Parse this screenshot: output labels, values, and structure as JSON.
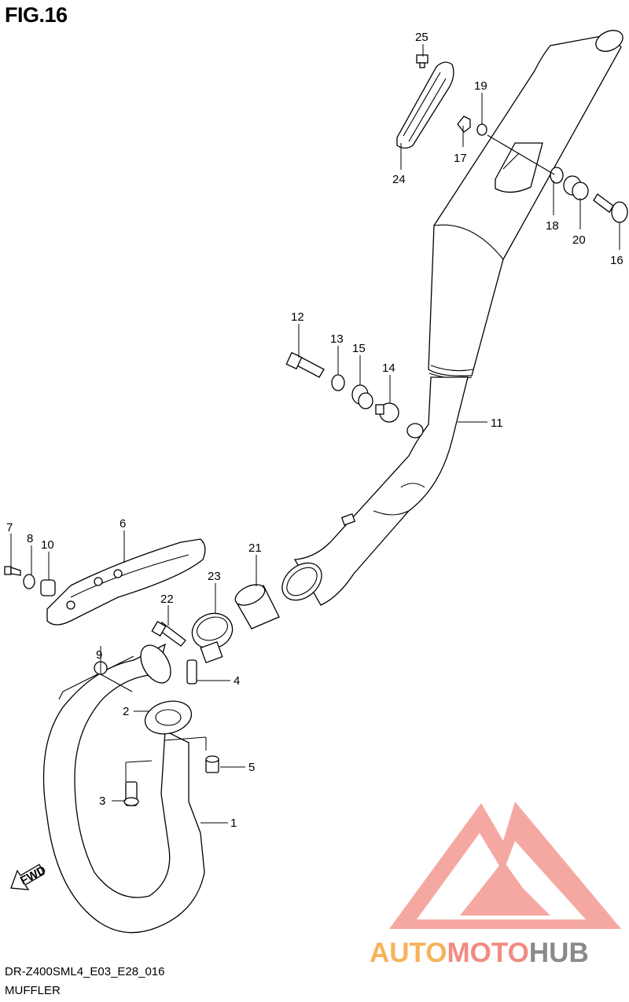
{
  "figure": {
    "title": "FIG.16",
    "code": "DR-Z400SML4_E03_E28_016",
    "name": "MUFFLER"
  },
  "fwd_label": "FWD",
  "watermark": {
    "part1": "AUTO",
    "part2": "MOTO",
    "part3": "HUB",
    "colors": {
      "triangle": "#f28b82",
      "auto": "#f6b35a",
      "hub": "#8a8a8a"
    }
  },
  "callouts": {
    "c1": "1",
    "c2": "2",
    "c3": "3",
    "c4": "4",
    "c5": "5",
    "c6": "6",
    "c7": "7",
    "c8": "8",
    "c9": "9",
    "c10": "10",
    "c11": "11",
    "c12": "12",
    "c13": "13",
    "c14": "14",
    "c15": "15",
    "c16": "16",
    "c17": "17",
    "c18": "18",
    "c19": "19",
    "c20": "20",
    "c21": "21",
    "c22": "22",
    "c23": "23",
    "c24": "24",
    "c25": "25"
  }
}
